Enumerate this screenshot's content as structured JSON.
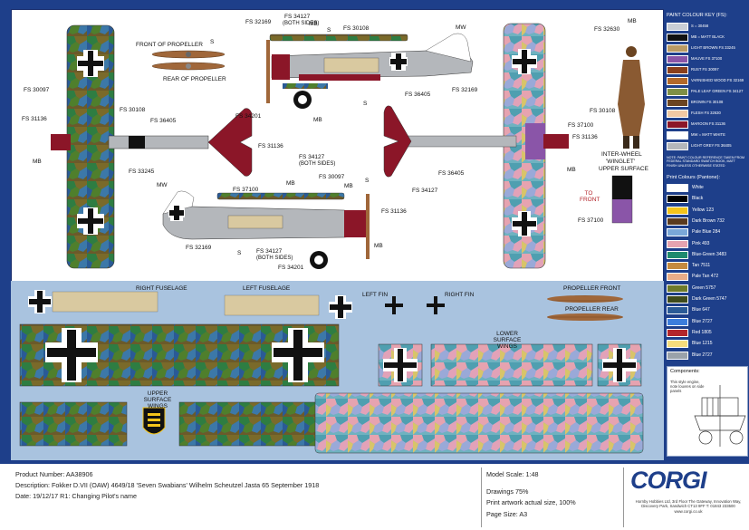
{
  "labels": {
    "front_propeller": "FRONT OF PROPELLER",
    "rear_propeller": "REAR OF PROPELLER",
    "s": "S",
    "mw": "MW",
    "mb": "MB",
    "fs_30097": "FS 30097",
    "fs_31136": "FS 31136",
    "fs_30108": "FS 30108",
    "fs_36405": "FS 36405",
    "fs_33245": "FS 33245",
    "fs_32169": "FS 32169",
    "fs_34127_both": "FS 34127",
    "both_sides": "(BOTH SIDES)",
    "fs_34201": "FS 34201",
    "fs_37100": "FS 37100",
    "fs_32630": "FS 32630",
    "fs_34127": "FS 34127",
    "inter_wheel": "INTER-WHEEL",
    "winglet": "'WINGLET'",
    "upper_surface": "UPPER SURFACE",
    "to_front": "TO FRONT",
    "right_fuselage": "RIGHT FUSELAGE",
    "left_fuselage": "LEFT FUSELAGE",
    "left_fin": "LEFT FIN",
    "right_fin": "RIGHT FIN",
    "propeller_front": "PROPELLER FRONT",
    "propeller_rear": "PROPELLER REAR",
    "lower_surface_wings": "LOWER SURFACE WINGS",
    "upper_surface_wings": "UPPER SURFACE WINGS"
  },
  "key": {
    "title": "PAINT COLOUR KEY (FS):",
    "items": [
      {
        "label": "S = 30458",
        "color": "#c9ced6"
      },
      {
        "label": "MB = MATT BLACK",
        "color": "#111111"
      },
      {
        "label": "LIGHT BROWN FS 33245",
        "color": "#b99a64"
      },
      {
        "label": "MAUVE FS 37100",
        "color": "#8a55a8"
      },
      {
        "label": "RUST FS 30097",
        "color": "#8a3f1c"
      },
      {
        "label": "VARNISHED WOOD FS 32169",
        "color": "#b2692a"
      },
      {
        "label": "PALE LEAF GREEN FS 34127",
        "color": "#7e8f46"
      },
      {
        "label": "BROWN FS 30108",
        "color": "#6b4421"
      },
      {
        "label": "FLESH FS 32630",
        "color": "#f0c9a4"
      },
      {
        "label": "MAROON FS 31136",
        "color": "#8b1628"
      },
      {
        "label": "MW = MATT WHITE",
        "color": "#ffffff"
      },
      {
        "label": "LIGHT GREY FS 36405",
        "color": "#b4b7bb"
      }
    ],
    "note": "NOTE: PAINT COLOUR REFERENCE TAKEN FROM FEDERAL STANDARD SWATCH BOOK, MATT FINISH UNLESS OTHERWISE STATED",
    "print_title": "Print Colours (Pantone):",
    "pantone": [
      {
        "label": "White",
        "color": "#ffffff"
      },
      {
        "label": "Black",
        "color": "#000000"
      },
      {
        "label": "Yellow 123",
        "color": "#f4c41b"
      },
      {
        "label": "Dark Brown 732",
        "color": "#5a3a1e"
      },
      {
        "label": "Pale Blue 284",
        "color": "#7aa7d8"
      },
      {
        "label": "Pink 493",
        "color": "#e6a3b0"
      },
      {
        "label": "Blue-Green 3483",
        "color": "#1f8a6e"
      },
      {
        "label": "Tan 7511",
        "color": "#c58a3f"
      },
      {
        "label": "Pale Tan 472",
        "color": "#e9ad88"
      },
      {
        "label": "Green 5757",
        "color": "#6d7a2a"
      },
      {
        "label": "Dark Green 5747",
        "color": "#3e4a1c"
      },
      {
        "label": "Blue 647",
        "color": "#2a5a96"
      },
      {
        "label": "Blue 2727",
        "color": "#3c7ddc"
      },
      {
        "label": "Red 1805",
        "color": "#b3262c"
      },
      {
        "label": "Blue 1215",
        "color": "#f6dc7c"
      },
      {
        "label": "Blue 2727",
        "color": "#9aa2aa"
      }
    ],
    "components_title": "Components:",
    "components_note": "This style engine, note louvres on side panels"
  },
  "footer": {
    "product_number": "Product Number:  AA38906",
    "description": "Description: Fokker D.VII (OAW) 4649/18 'Seven Swabians' Wilhelm Scheutzel Jasta 65 September 1918",
    "date": "Date: 19/12/17 R1: Changing Pilot's name",
    "model_scale": "Model Scale: 1:48",
    "drawings": "Drawings 75%",
    "print_artwork": "Print artwork actual size, 100%",
    "page_size": "Page Size: A3",
    "logo": "CORGI",
    "address": "Hornby Hobbies Ltd, 3rd Floor The Gateway, Innovation Way, Discovery Park, Sandwich CT13 9FF T: 01843 233500  www.corgi.co.uk"
  },
  "colors": {
    "maroon": "#8b1628",
    "grey": "#b4b7bb",
    "lozenge_green": "#4f7f2c",
    "lozenge_blue": "#2a5a96",
    "lozenge_pink": "#e6a3b0",
    "lozenge_lightblue": "#7aa7d8",
    "mauve": "#8a55a8",
    "band": "#a9c3df"
  }
}
